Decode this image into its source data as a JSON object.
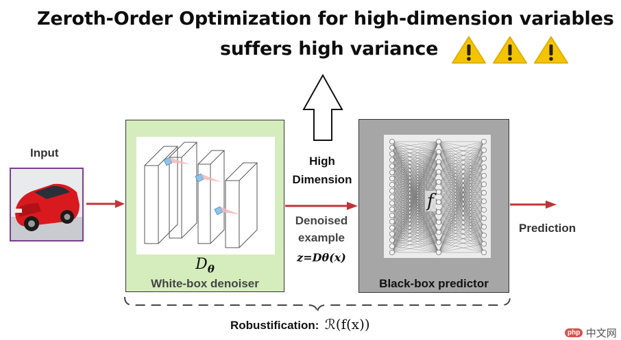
{
  "title": {
    "line1": "Zeroth-Order Optimization for high-dimension variables",
    "line2": "suffers high variance"
  },
  "warnings": {
    "icon": "warning-icon",
    "count": 3,
    "color": "#f4c400"
  },
  "input": {
    "label": "Input",
    "image": "red-car-image"
  },
  "denoiser": {
    "symbol": "D",
    "subscript": "θ",
    "label": "White-box denoiser",
    "color": "#d5edbd"
  },
  "predictor": {
    "symbol": "f",
    "label": "Black-box predictor",
    "color": "#a6a6a6"
  },
  "high_dimension": {
    "line1": "High",
    "line2": "Dimension"
  },
  "denoised": {
    "line1": "Denoised",
    "line2": "example",
    "formula": "z=Dθ(x)"
  },
  "prediction": {
    "label": "Prediction"
  },
  "robustification": {
    "label": "Robustification:",
    "formula": "ℛ(f(x))"
  },
  "arrow_color": "#c0343a",
  "watermark": {
    "badge": "php",
    "text": "中文网"
  }
}
